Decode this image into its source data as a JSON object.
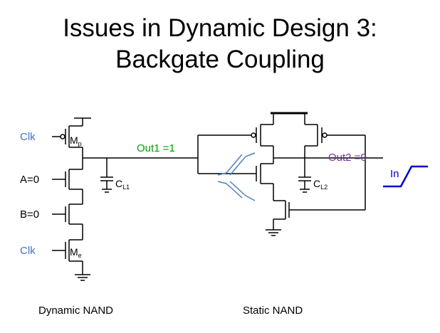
{
  "title": {
    "line1": "Issues in Dynamic Design 3:",
    "line2": "Backgate Coupling"
  },
  "labels": {
    "clk_top": "Clk",
    "mp": "Mp",
    "a_input": "A=0",
    "b_input": "B=0",
    "clk_bottom": "Clk",
    "me": "Me",
    "out1": "Out1 =1",
    "cl1": "CL1",
    "out2": "Out2 =0",
    "cl2": "CL2",
    "in": "In"
  },
  "captions": {
    "dynamic": "Dynamic NAND",
    "static": "Static NAND"
  },
  "colors": {
    "wire": "#000000",
    "clk_text": "#4472c4",
    "out1_text": "#00a000",
    "out2_text": "#7030a0",
    "coupling": "#4f81bd",
    "in_signal": "#0000cc"
  }
}
